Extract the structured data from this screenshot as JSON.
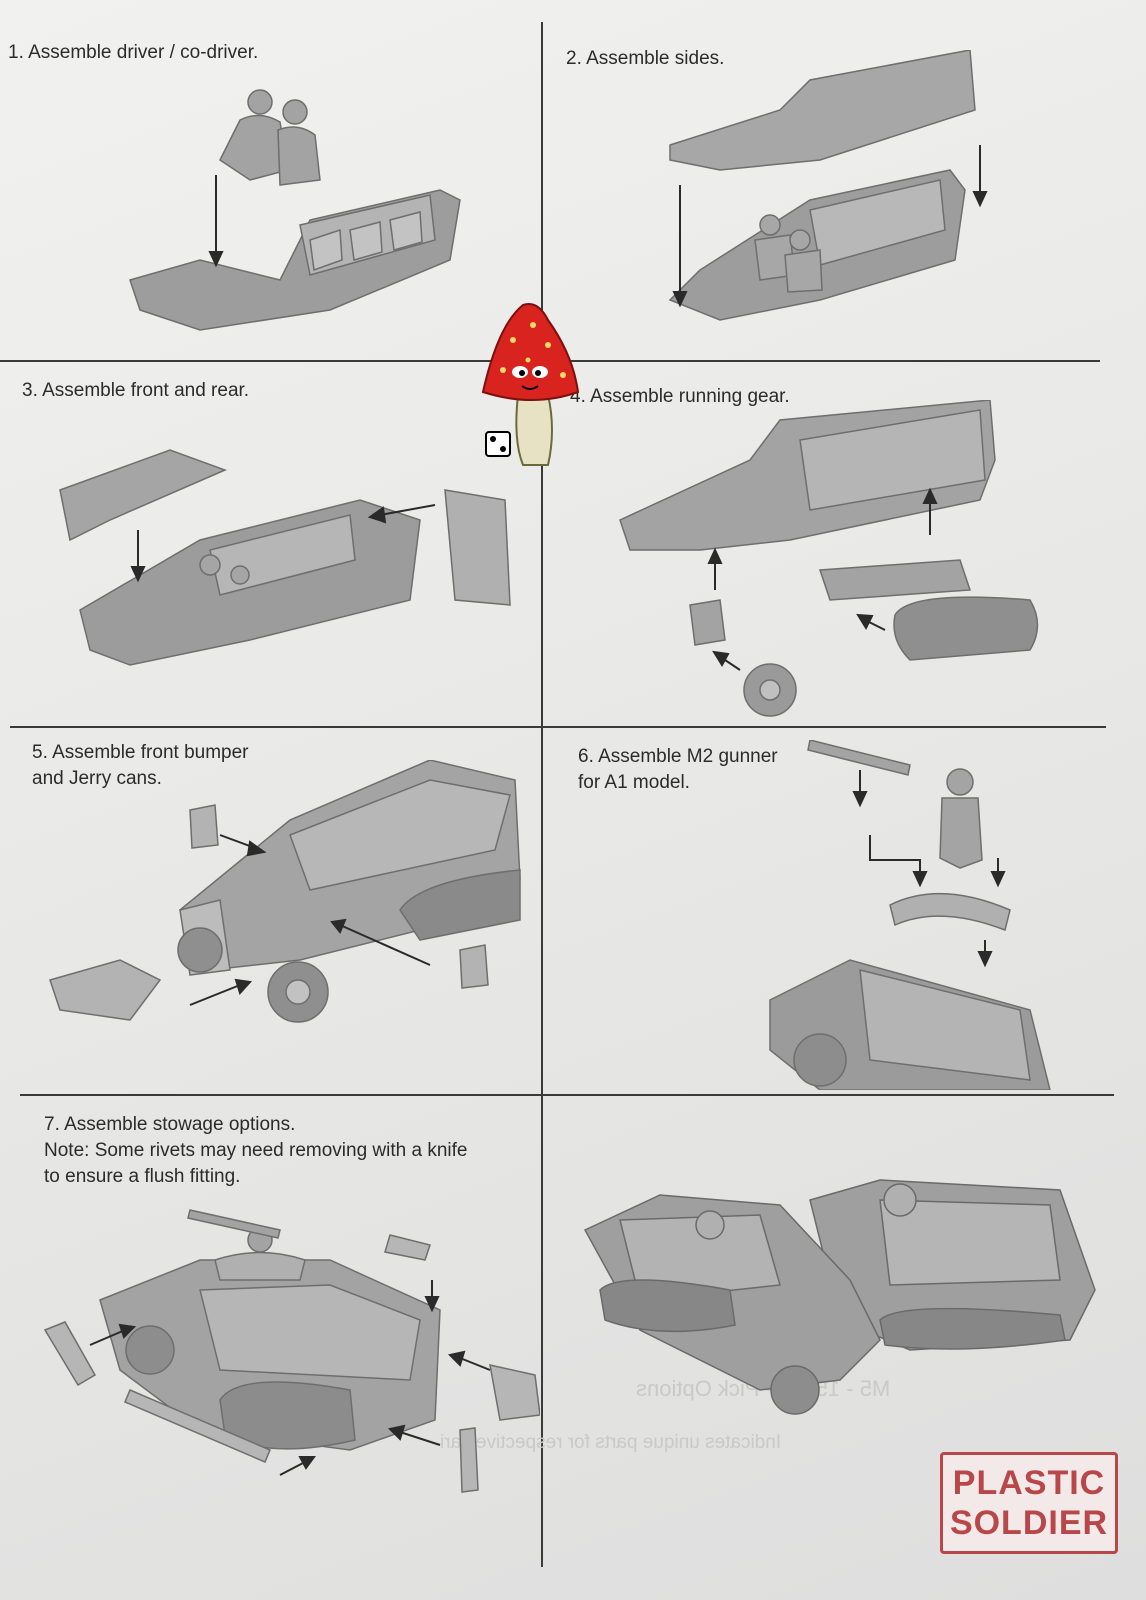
{
  "steps": {
    "s1": "1. Assemble driver / co-driver.",
    "s2": "2. Assemble sides.",
    "s3": "3. Assemble front and rear.",
    "s4": "4. Assemble running gear.",
    "s5": "5. Assemble front bumper\nand Jerry cans.",
    "s6": "6. Assemble M2 gunner\nfor A1 model.",
    "s7": "7. Assemble stowage options.\nNote: Some rivets may need removing with a knife\nto ensure a flush fitting."
  },
  "mirrored_text": {
    "t1": "M5 - 15mm - Pick Options",
    "t2": "Indicates unique parts for respective vari"
  },
  "logo": {
    "line1": "PLASTIC",
    "line2": "SOLDIER"
  },
  "colors": {
    "logo_red": "#b8474a",
    "mushroom_red": "#d9231f",
    "model_grey": "#8d8d8d"
  }
}
